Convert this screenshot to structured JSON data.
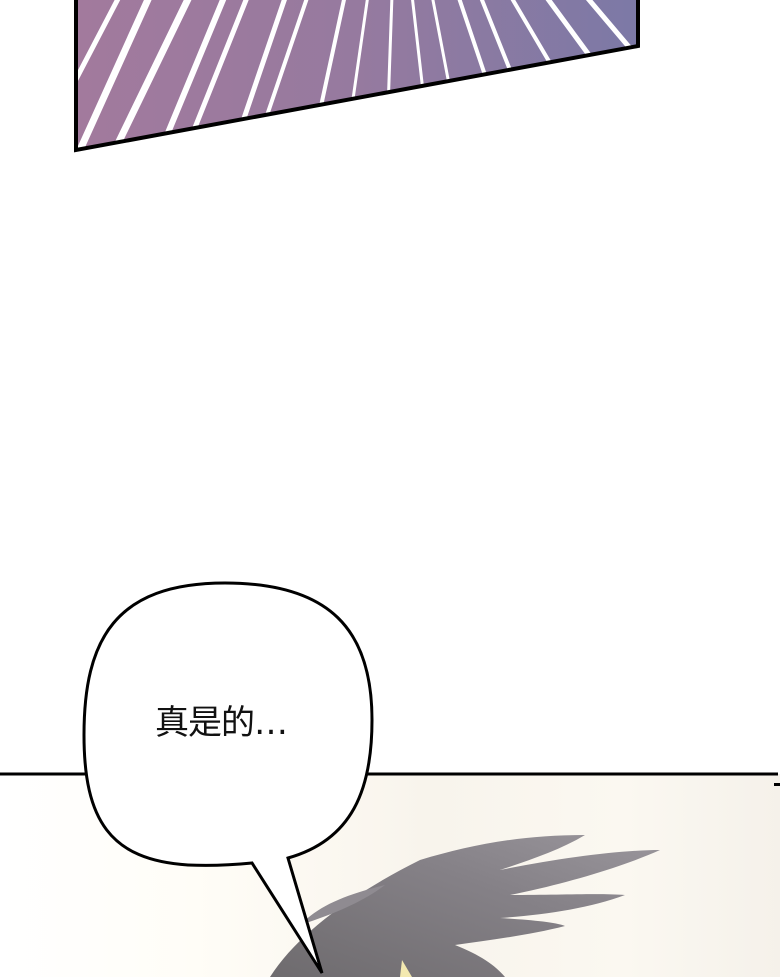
{
  "page": {
    "type": "comic-panel-strip",
    "background": "#ffffff"
  },
  "top_panel": {
    "description": "purple speed-line panel",
    "gradient_left": "#a17a9c",
    "gradient_right": "#7f78a4",
    "line_color": "#ffffff",
    "border_color": "#000000"
  },
  "speech_bubble": {
    "text": "真是的…",
    "fill": "#ffffff",
    "stroke": "#000000"
  },
  "bottom_panel": {
    "description": "gray feathered wing over pale background",
    "wing_color": "#7d7a7d",
    "background_tint": "#fbf7ef",
    "border_color": "#000000"
  }
}
